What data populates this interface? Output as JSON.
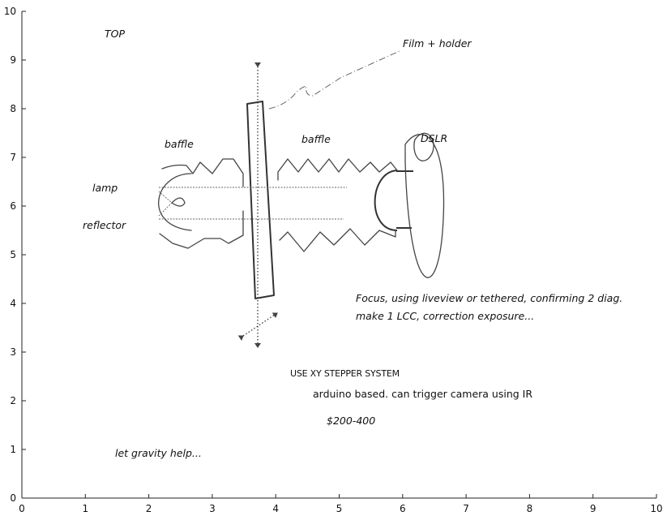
{
  "axes": {
    "x_ticks": [
      "0",
      "1",
      "2",
      "3",
      "4",
      "5",
      "6",
      "7",
      "8",
      "9",
      "10"
    ],
    "y_ticks": [
      "0",
      "1",
      "2",
      "3",
      "4",
      "5",
      "6",
      "7",
      "8",
      "9",
      "10"
    ]
  },
  "labels": {
    "top": "TOP",
    "film_holder": "Film + holder",
    "baffle_left": "baffle",
    "baffle_right": "baffle",
    "dslr": "DSLR",
    "lamp": "lamp",
    "reflector": "reflector",
    "focus_line1": "Focus, using liveview or tethered, confirming 2 diag.",
    "focus_line2": "make 1 LCC, correction exposure...",
    "stepper": "USE XY STEPPER SYSTEM",
    "arduino": "arduino based. can trigger camera using IR",
    "price": "$200-400",
    "gravity": "let gravity help..."
  }
}
